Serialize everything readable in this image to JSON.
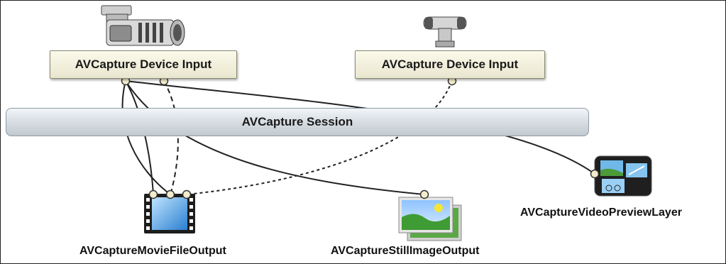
{
  "device_inputs": [
    {
      "label": "AVCapture Device Input",
      "icon": "video-camera-icon"
    },
    {
      "label": "AVCapture Device Input",
      "icon": "microphone-icon"
    }
  ],
  "session": {
    "label": "AVCapture Session"
  },
  "outputs": [
    {
      "label": "AVCaptureMovieFileOutput",
      "icon": "film-strip-icon"
    },
    {
      "label": "AVCaptureStillImageOutput",
      "icon": "photos-icon"
    },
    {
      "label": "AVCaptureVideoPreviewLayer",
      "icon": "preview-layer-icon"
    }
  ],
  "colors": {
    "input_box": "#efecd8",
    "session_bar": "#d3d9df",
    "connector": "#f3eccc",
    "wire": "#222222"
  }
}
